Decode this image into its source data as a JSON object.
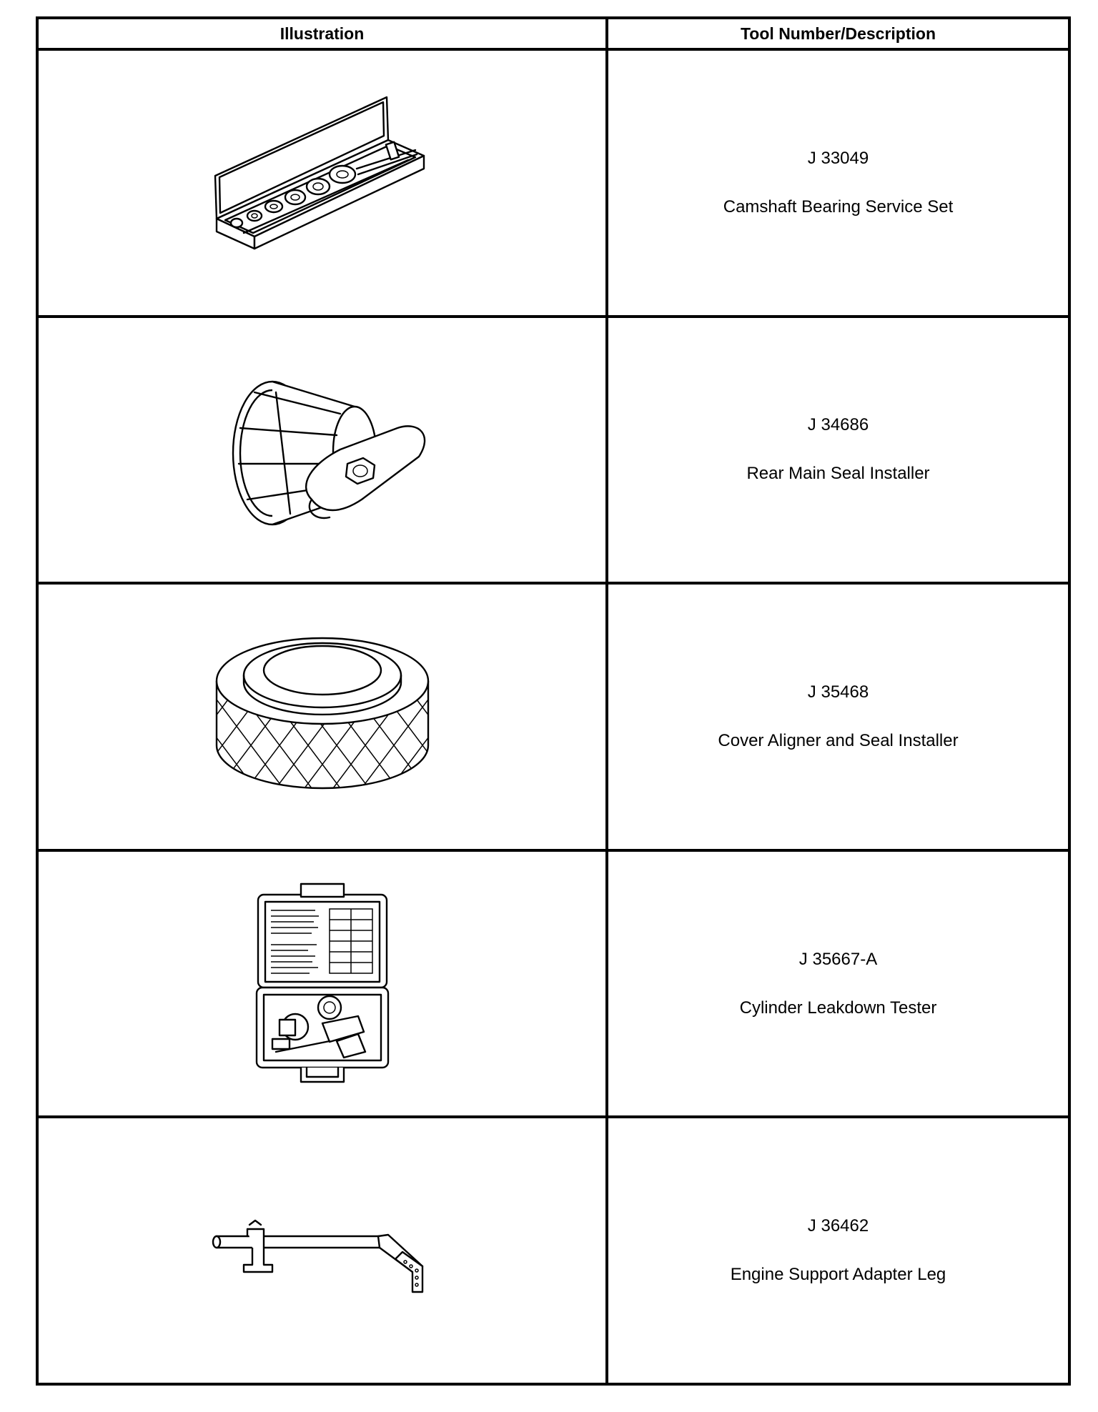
{
  "table": {
    "headers": {
      "illustration": "Illustration",
      "description": "Tool Number/Description"
    },
    "rows": [
      {
        "tool_number": "J 33049",
        "description": "Camshaft Bearing Service Set",
        "icon": "camshaft-bearing-service-set-icon"
      },
      {
        "tool_number": "J 34686",
        "description": "Rear Main Seal Installer",
        "icon": "rear-main-seal-installer-icon"
      },
      {
        "tool_number": "J 35468",
        "description": "Cover Aligner and Seal Installer",
        "icon": "cover-aligner-seal-installer-icon"
      },
      {
        "tool_number": "J 35667-A",
        "description": "Cylinder Leakdown Tester",
        "icon": "cylinder-leakdown-tester-icon"
      },
      {
        "tool_number": "J 36462",
        "description": "Engine Support Adapter Leg",
        "icon": "engine-support-adapter-leg-icon"
      }
    ]
  }
}
